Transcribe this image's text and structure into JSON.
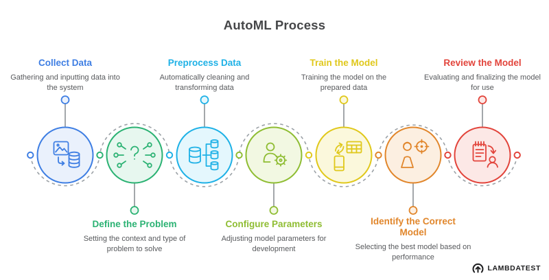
{
  "title": "AutoML Process",
  "steps": [
    {
      "label": "Collect Data",
      "description": "Gathering and inputting data into the system",
      "color": "#3E7EE3",
      "fill": "#EAF1FC",
      "position": "top",
      "icon": "image-to-database-icon"
    },
    {
      "label": "Define the Problem",
      "description": "Setting the context and type of problem to solve",
      "color": "#2BB273",
      "fill": "#E7F7EF",
      "position": "bottom",
      "icon": "question-network-icon"
    },
    {
      "label": "Preprocess Data",
      "description": "Automatically cleaning and transforming data",
      "color": "#1EB1E6",
      "fill": "#E4F7FD",
      "position": "top",
      "icon": "database-split-icon"
    },
    {
      "label": "Configure Parameters",
      "description": "Adjusting model parameters for development",
      "color": "#8FBD33",
      "fill": "#F2F8E2",
      "position": "bottom",
      "icon": "user-gear-icon"
    },
    {
      "label": "Train the Model",
      "description": "Training the model on the prepared data",
      "color": "#E0C81B",
      "fill": "#FBF8DC",
      "position": "top",
      "icon": "device-table-sync-icon"
    },
    {
      "label": "Identify the Correct Model",
      "description": "Selecting the best model based on performance",
      "color": "#E1862B",
      "fill": "#FCEFE1",
      "position": "bottom",
      "icon": "user-target-icon"
    },
    {
      "label": "Review the Model",
      "description": "Evaluating and finalizing the model for use",
      "color": "#E2443B",
      "fill": "#FCE8E6",
      "position": "top",
      "icon": "notepad-review-icon"
    }
  ],
  "path_color": "#9BA1A6",
  "stem_color": "#A3A7AA",
  "branding": {
    "logo_text": "LAMBDATEST"
  }
}
